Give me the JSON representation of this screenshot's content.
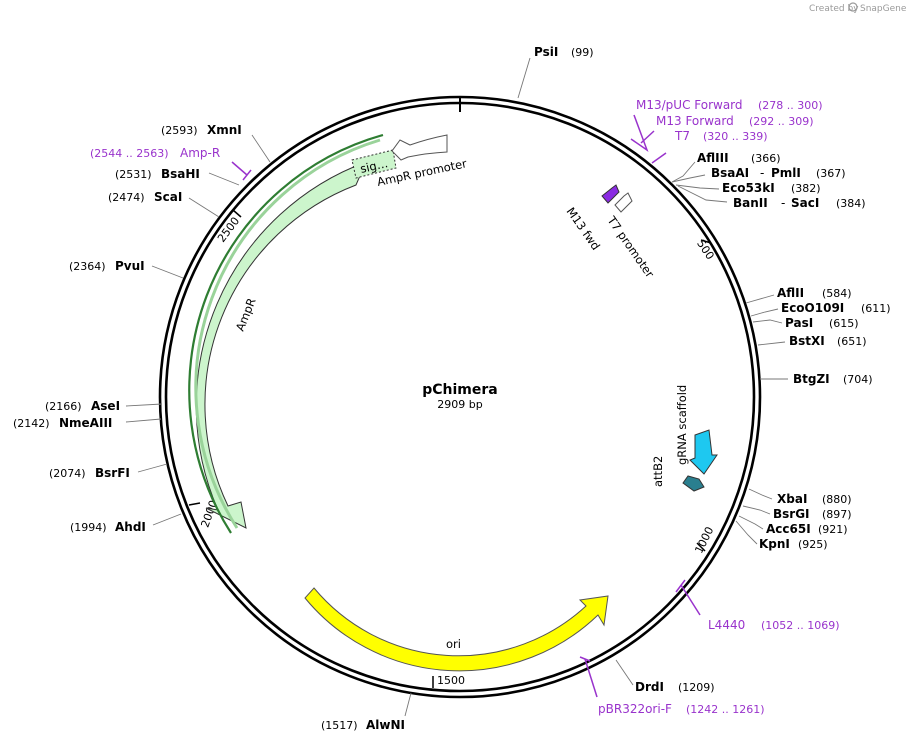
{
  "watermark": {
    "created_by": "Created by",
    "brand": "SnapGene"
  },
  "plasmid": {
    "name": "pChimera",
    "length": "2909 bp"
  },
  "ticks": [
    "500",
    "1000",
    "1500",
    "2000",
    "2500"
  ],
  "features": {
    "ampr_promoter": "AmpR promoter",
    "sig": "sig…",
    "ampr": "AmpR",
    "ori": "ori",
    "m13_fwd": "M13 fwd",
    "t7_promoter": "T7 promoter",
    "grna_scaffold": "gRNA scaffold",
    "attb2": "attB2"
  },
  "enzymes": [
    {
      "name": "PsiI",
      "pos": "(99)"
    },
    {
      "name": "AflIII",
      "pos": "(366)"
    },
    {
      "name": "BsaAI",
      "name2": "PmlI",
      "pos": "(367)"
    },
    {
      "name": "Eco53kI",
      "pos": "(382)"
    },
    {
      "name": "BanII",
      "name2": "SacI",
      "pos": "(384)"
    },
    {
      "name": "AflII",
      "pos": "(584)"
    },
    {
      "name": "EcoO109I",
      "pos": "(611)"
    },
    {
      "name": "PasI",
      "pos": "(615)"
    },
    {
      "name": "BstXI",
      "pos": "(651)"
    },
    {
      "name": "BtgZI",
      "pos": "(704)"
    },
    {
      "name": "XbaI",
      "pos": "(880)"
    },
    {
      "name": "BsrGI",
      "pos": "(897)"
    },
    {
      "name": "Acc65I",
      "pos": "(921)"
    },
    {
      "name": "KpnI",
      "pos": "(925)"
    },
    {
      "name": "DrdI",
      "pos": "(1209)"
    },
    {
      "name": "AlwNI",
      "pos": "(1517)"
    },
    {
      "name": "AhdI",
      "pos": "(1994)"
    },
    {
      "name": "BsrFI",
      "pos": "(2074)"
    },
    {
      "name": "NmeAIII",
      "pos": "(2142)"
    },
    {
      "name": "AseI",
      "pos": "(2166)"
    },
    {
      "name": "PvuI",
      "pos": "(2364)"
    },
    {
      "name": "ScaI",
      "pos": "(2474)"
    },
    {
      "name": "BsaHI",
      "pos": "(2531)"
    },
    {
      "name": "XmnI",
      "pos": "(2593)"
    }
  ],
  "primers": [
    {
      "name": "M13/pUC Forward",
      "range": "(278 .. 300)"
    },
    {
      "name": "M13 Forward",
      "range": "(292 .. 309)"
    },
    {
      "name": "T7",
      "range": "(320 .. 339)"
    },
    {
      "name": "L4440",
      "range": "(1052 .. 1069)"
    },
    {
      "name": "pBR322ori-F",
      "range": "(1242 .. 1261)"
    },
    {
      "name": "Amp-R",
      "range": "(2544 .. 2563)"
    }
  ],
  "colors": {
    "ampr_fill": "#ccf5cc",
    "ampr_stroke": "#2e7d32",
    "ori_fill": "#ffff00",
    "primer": "#9933cc",
    "grna": "#1ec8f0",
    "attb2": "#2a7f8f",
    "m13": "#8a2be2"
  }
}
